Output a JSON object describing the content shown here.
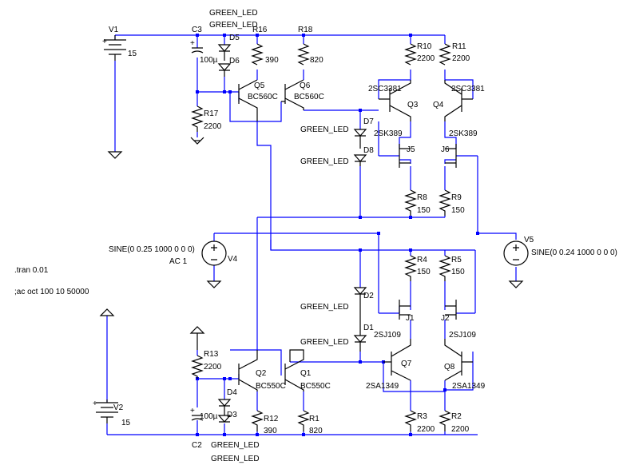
{
  "components": {
    "V1": {
      "name": "V1",
      "value": "15"
    },
    "V2": {
      "name": "V2",
      "value": "15"
    },
    "V4": {
      "name": "V4",
      "value": "SINE(0 0.25 1000 0 0 0)",
      "ac": "AC 1"
    },
    "V5": {
      "name": "V5",
      "value": "SINE(0 0.24 1000 0 0 0)"
    },
    "C3": {
      "name": "C3",
      "value": "100µ"
    },
    "C2": {
      "name": "C2",
      "value": "100µ"
    },
    "D5": {
      "name": "D5",
      "value": "GREEN_LED"
    },
    "D6": {
      "name": "D6",
      "value": "GREEN_LED"
    },
    "D7": {
      "name": "D7",
      "value": "GREEN_LED"
    },
    "D8": {
      "name": "D8",
      "value": "GREEN_LED"
    },
    "D1": {
      "name": "D1",
      "value": "GREEN_LED"
    },
    "D2": {
      "name": "D2",
      "value": "GREEN_LED"
    },
    "D3": {
      "name": "D3",
      "value": "GREEN_LED"
    },
    "D4": {
      "name": "D4",
      "value": "GREEN_LED"
    },
    "R16": {
      "name": "R16",
      "value": "390"
    },
    "R18": {
      "name": "R18",
      "value": "820"
    },
    "R17": {
      "name": "R17",
      "value": "2200"
    },
    "R10": {
      "name": "R10",
      "value": "2200"
    },
    "R11": {
      "name": "R11",
      "value": "2200"
    },
    "R8": {
      "name": "R8",
      "value": "150"
    },
    "R9": {
      "name": "R9",
      "value": "150"
    },
    "R4": {
      "name": "R4",
      "value": "150"
    },
    "R5": {
      "name": "R5",
      "value": "150"
    },
    "R13": {
      "name": "R13",
      "value": "2200"
    },
    "R12": {
      "name": "R12",
      "value": "390"
    },
    "R1": {
      "name": "R1",
      "value": "820"
    },
    "R3": {
      "name": "R3",
      "value": "2200"
    },
    "R2": {
      "name": "R2",
      "value": "2200"
    },
    "Q5": {
      "name": "Q5",
      "value": "BC560C"
    },
    "Q6": {
      "name": "Q6",
      "value": "BC560C"
    },
    "Q3": {
      "name": "Q3",
      "value": "2SC3381"
    },
    "Q4": {
      "name": "Q4",
      "value": "2SC3381"
    },
    "J5": {
      "name": "J5",
      "value": "2SK389"
    },
    "J6": {
      "name": "J6",
      "value": "2SK389"
    },
    "Q2": {
      "name": "Q2",
      "value": "BC550C"
    },
    "Q1": {
      "name": "Q1",
      "value": "BC550C"
    },
    "J1": {
      "name": "J1",
      "value": "2SJ109"
    },
    "J2": {
      "name": "J2",
      "value": "2SJ109"
    },
    "Q7": {
      "name": "Q7",
      "value": "2SA1349"
    },
    "Q8": {
      "name": "Q8",
      "value": "2SA1349"
    }
  },
  "directives": {
    "tran": ".tran 0.01",
    "ac": ";ac oct 100 10 50000"
  },
  "colors": {
    "wire": "#0000ff",
    "component": "#000000",
    "background": "#ffffff"
  }
}
